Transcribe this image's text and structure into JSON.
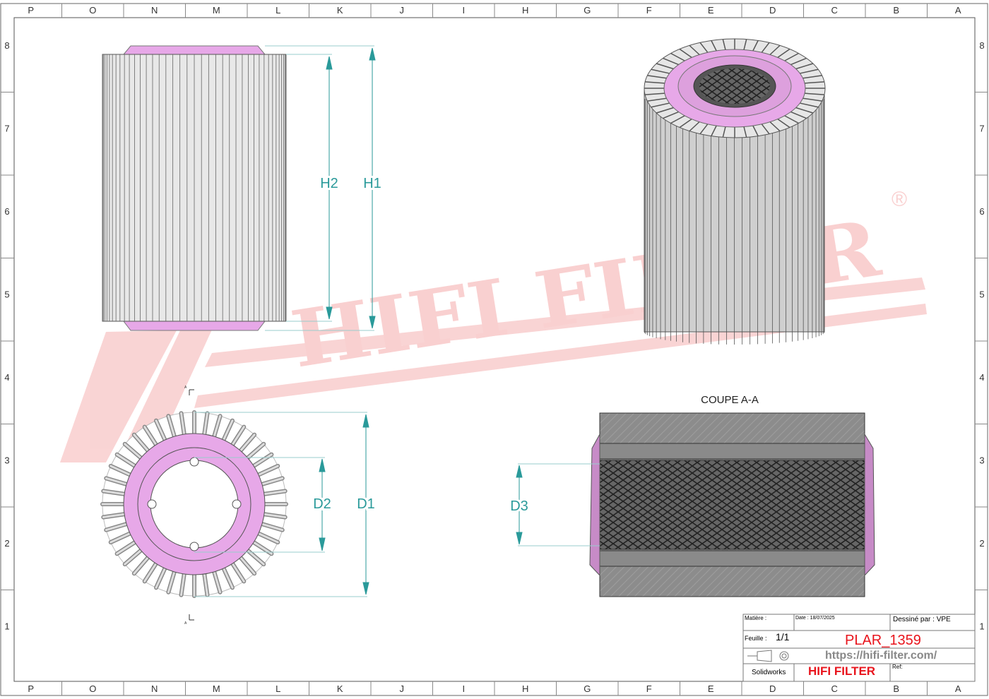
{
  "frame": {
    "columns": [
      "P",
      "O",
      "N",
      "M",
      "L",
      "K",
      "J",
      "I",
      "H",
      "G",
      "F",
      "E",
      "D",
      "C",
      "B",
      "A"
    ],
    "rows": [
      "8",
      "7",
      "6",
      "5",
      "4",
      "3",
      "2",
      "1"
    ]
  },
  "dimensions": {
    "h1": "H1",
    "h2": "H2",
    "d1": "D1",
    "d2": "D2",
    "d3": "D3"
  },
  "section": {
    "title": "COUPE A-A",
    "marker": "A"
  },
  "watermark": {
    "text": "HIFI FILTER",
    "registered": "®"
  },
  "title_block": {
    "material_label": "Matière :",
    "date": "Date : 18/07/2025",
    "drawn_by": "Dessiné par : VPE",
    "sheet_label": "Feuille :",
    "sheet_value": "1/1",
    "part_number": "PLAR_1359",
    "url": "https://hifi-filter.com/",
    "software": "Solidworks",
    "brand": "HIFI FILTER",
    "ref_label": "Ref:"
  },
  "colors": {
    "accent": "#e8a0e8",
    "dimension": "#2a9a9a",
    "brand_red": "#e8141c",
    "watermark": "#f7c8c8"
  }
}
